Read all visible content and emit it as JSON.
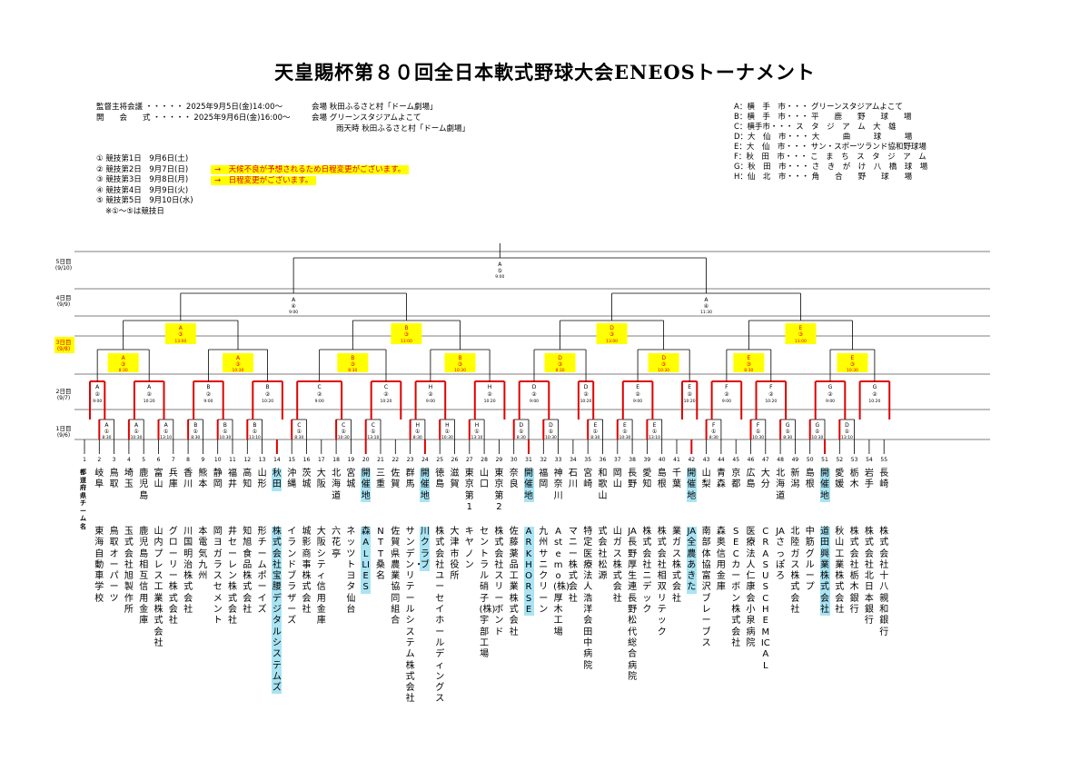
{
  "title": "天皇賜杯第８０回全日本軟式野球大会ENEOSトーナメント",
  "schedule": {
    "meeting": "監督主将会議 ・・・・・ 2025年9月5日(金)14:00～",
    "meeting_venue": "会場 秋田ふるさと村「ドーム劇場」",
    "opening": "開　　会　　式 ・・・・・ 2025年9月6日(金)16:00～",
    "opening_venue": "会場 グリーンスタジアムよこて",
    "rain_venue": "雨天時 秋田ふるさと村「ドーム劇場」",
    "days": [
      "① 競技第1日　9月6日(土)",
      "② 競技第2日　9月7日(日)",
      "③ 競技第3日　9月8日(月)",
      "④ 競技第4日　9月9日(火)",
      "⑤ 競技第5日　9月10日(水)"
    ],
    "days_note": "※①～⑤は競技日",
    "notice1": "→　天候不良が予想されるため日程変更がございます。",
    "notice2": "→　日程変更がございます。"
  },
  "venues": [
    "A：横　手　市・・・ グリーンスタジアムよこて",
    "B：横　手　市・・・ 平　　鹿　　野　　球　　場",
    "C：横手市・・・ ス　タ　ジ　ア　ム　大　雄",
    "D：大　仙　市・・・ 大　　　曲　　　球　　　場",
    "E：大　仙　市・・・ サン・スポーツランド協和野球場",
    "F：秋　田　市・・・ こ　ま　ち　ス　タ　ジ　ア　ム",
    "G：秋　田　市・・・ さ　き　が　け　八　橋　球　場",
    "H：仙　北　市・・・ 角　　合　　野　　球　　場"
  ],
  "rounds": [
    {
      "label": "5日目",
      "date": "(9/10)"
    },
    {
      "label": "4日目",
      "date": "(9/9)"
    },
    {
      "label": "3日目",
      "date": "(9/8)"
    },
    {
      "label": "2日目",
      "date": "(9/7)"
    },
    {
      "label": "1日目",
      "date": "(9/6)"
    }
  ],
  "header_labels": {
    "pref": "都道府県",
    "team": "チーム名"
  },
  "final": {
    "venue": "A",
    "day": "⑤",
    "time": "9:00"
  },
  "semis": [
    {
      "venue": "A",
      "day": "④",
      "time": "9:00"
    },
    {
      "venue": "A",
      "day": "④",
      "time": "11:30"
    }
  ],
  "quarters": [
    {
      "venue": "A",
      "day": "③",
      "time": "13:00"
    },
    {
      "venue": "B",
      "day": "③",
      "time": "13:00"
    },
    {
      "venue": "D",
      "day": "③",
      "time": "13:00"
    },
    {
      "venue": "E",
      "day": "③",
      "time": "13:00"
    }
  ],
  "r16": [
    {
      "venue": "A",
      "day": "③",
      "time": "8:30"
    },
    {
      "venue": "A",
      "day": "③",
      "time": "10:30"
    },
    {
      "venue": "B",
      "day": "③",
      "time": "8:30"
    },
    {
      "venue": "B",
      "day": "③",
      "time": "10:30"
    },
    {
      "venue": "D",
      "day": "③",
      "time": "8:30"
    },
    {
      "venue": "D",
      "day": "③",
      "time": "10:30"
    },
    {
      "venue": "E",
      "day": "③",
      "time": "8:30"
    },
    {
      "venue": "E",
      "day": "③",
      "time": "10:30"
    }
  ],
  "teams": [
    {
      "no": 1,
      "pref": "",
      "team": ""
    },
    {
      "no": 2,
      "pref": "岐阜",
      "team": "東海自動車学校"
    },
    {
      "no": 3,
      "pref": "鳥取",
      "team": "鳥取オーパーツ"
    },
    {
      "no": 4,
      "pref": "埼玉",
      "team": "玉式会社旭製作所"
    },
    {
      "no": 5,
      "pref": "鹿児島",
      "team": "鹿児島相互信用金庫"
    },
    {
      "no": 6,
      "pref": "富山",
      "team": "山内プレス工業株式会社"
    },
    {
      "no": 7,
      "pref": "兵庫",
      "team": "グローリー株式会社"
    },
    {
      "no": 8,
      "pref": "香川",
      "team": "川国明治株式会社"
    },
    {
      "no": 9,
      "pref": "熊本",
      "team": "本電気九州"
    },
    {
      "no": 10,
      "pref": "静岡",
      "team": "岡ヨガラスセメント"
    },
    {
      "no": 11,
      "pref": "福井",
      "team": "井セーレン株式会社"
    },
    {
      "no": 12,
      "pref": "高知",
      "team": "知旭食品株式会社"
    },
    {
      "no": 13,
      "pref": "山形",
      "team": "形チームポーイズ"
    },
    {
      "no": 14,
      "pref": "秋田",
      "team": "株式会社宝腰デジタルシステムズ",
      "host": true
    },
    {
      "no": 15,
      "pref": "沖縄",
      "team": "イランドブラザーズ"
    },
    {
      "no": 16,
      "pref": "茨城",
      "team": "城影商事株式会社"
    },
    {
      "no": 17,
      "pref": "大阪",
      "team": "大阪シティ信用金庫"
    },
    {
      "no": 18,
      "pref": "北海道",
      "team": "六花亭"
    },
    {
      "no": 19,
      "pref": "宮城",
      "team": "ネッツトヨタ仙台"
    },
    {
      "no": 20,
      "pref": "開催地",
      "team": "森ALLIES",
      "host": true
    },
    {
      "no": 21,
      "pref": "三重",
      "team": "NTT桑名"
    },
    {
      "no": 22,
      "pref": "佐賀",
      "team": "佐賀県農業協同組合"
    },
    {
      "no": 23,
      "pref": "群馬",
      "team": "サンデン・リテールシステム株式会社"
    },
    {
      "no": 24,
      "pref": "開催地",
      "team": "川クラブ",
      "host": true
    },
    {
      "no": 25,
      "pref": "徳島",
      "team": "株式会社ユーセイホールディングス"
    },
    {
      "no": 26,
      "pref": "滋賀",
      "team": "大津市役所"
    },
    {
      "no": 27,
      "pref": "東京第1",
      "team": "キヤノン"
    },
    {
      "no": 28,
      "pref": "山口",
      "team": "セントラル硝子(株)宇部工場"
    },
    {
      "no": 29,
      "pref": "東京第2",
      "team": "株式会社スリーボンド"
    },
    {
      "no": 30,
      "pref": "奈良",
      "team": "佐藤薬品工業株式会社"
    },
    {
      "no": 31,
      "pref": "開催地",
      "team": "ARKHORSE",
      "host": true
    },
    {
      "no": 32,
      "pref": "福岡",
      "team": "九州サニクリーン"
    },
    {
      "no": 33,
      "pref": "神奈川",
      "team": "Astemo(株)厚木工場"
    },
    {
      "no": 34,
      "pref": "石川",
      "team": "マニー株式会社"
    },
    {
      "no": 35,
      "pref": "宮崎",
      "team": "特定医療法人浩洋会田中病院"
    },
    {
      "no": 36,
      "pref": "和歌山",
      "team": "式会社松源"
    },
    {
      "no": 37,
      "pref": "岡山",
      "team": "山ガス株式会社"
    },
    {
      "no": 38,
      "pref": "長野",
      "team": "JA長野厚生連長野松代総合病院"
    },
    {
      "no": 39,
      "pref": "愛知",
      "team": "株式会社ニデック"
    },
    {
      "no": 40,
      "pref": "島根",
      "team": "株式会社相双リテック"
    },
    {
      "no": 41,
      "pref": "千葉",
      "team": "業ガス株式会社"
    },
    {
      "no": 42,
      "pref": "開催地",
      "team": "JA全農あきた",
      "host": true
    },
    {
      "no": 43,
      "pref": "山梨",
      "team": "南部体協富沢ブレーブス"
    },
    {
      "no": 44,
      "pref": "青森",
      "team": "森奥信用金庫"
    },
    {
      "no": 45,
      "pref": "京都",
      "team": "SECカーボン株式会社"
    },
    {
      "no": 46,
      "pref": "広島",
      "team": "医療法人仁康会小泉病院"
    },
    {
      "no": 47,
      "pref": "大分",
      "team": "CRASUSCHEMICAL"
    },
    {
      "no": 48,
      "pref": "北海道",
      "team": "JAさっぽろ"
    },
    {
      "no": 49,
      "pref": "新潟",
      "team": "北陸ガス株式会社"
    },
    {
      "no": 50,
      "pref": "島根",
      "team": "中筋グループ"
    },
    {
      "no": 51,
      "pref": "開催地",
      "team": "道田興業株式会社",
      "host": true
    },
    {
      "no": 52,
      "pref": "愛媛",
      "team": "秋山工業株式会社"
    },
    {
      "no": 53,
      "pref": "栃木",
      "team": "株式会社栃木銀行"
    },
    {
      "no": 54,
      "pref": "岩手",
      "team": "株式会社北日本銀行"
    },
    {
      "no": 55,
      "pref": "長崎",
      "team": "株式会社十八親和銀行"
    }
  ],
  "colors": {
    "accent": "#e00000",
    "highlight": "#ffff00",
    "host": "#a8e4f4",
    "line": "#000000"
  }
}
